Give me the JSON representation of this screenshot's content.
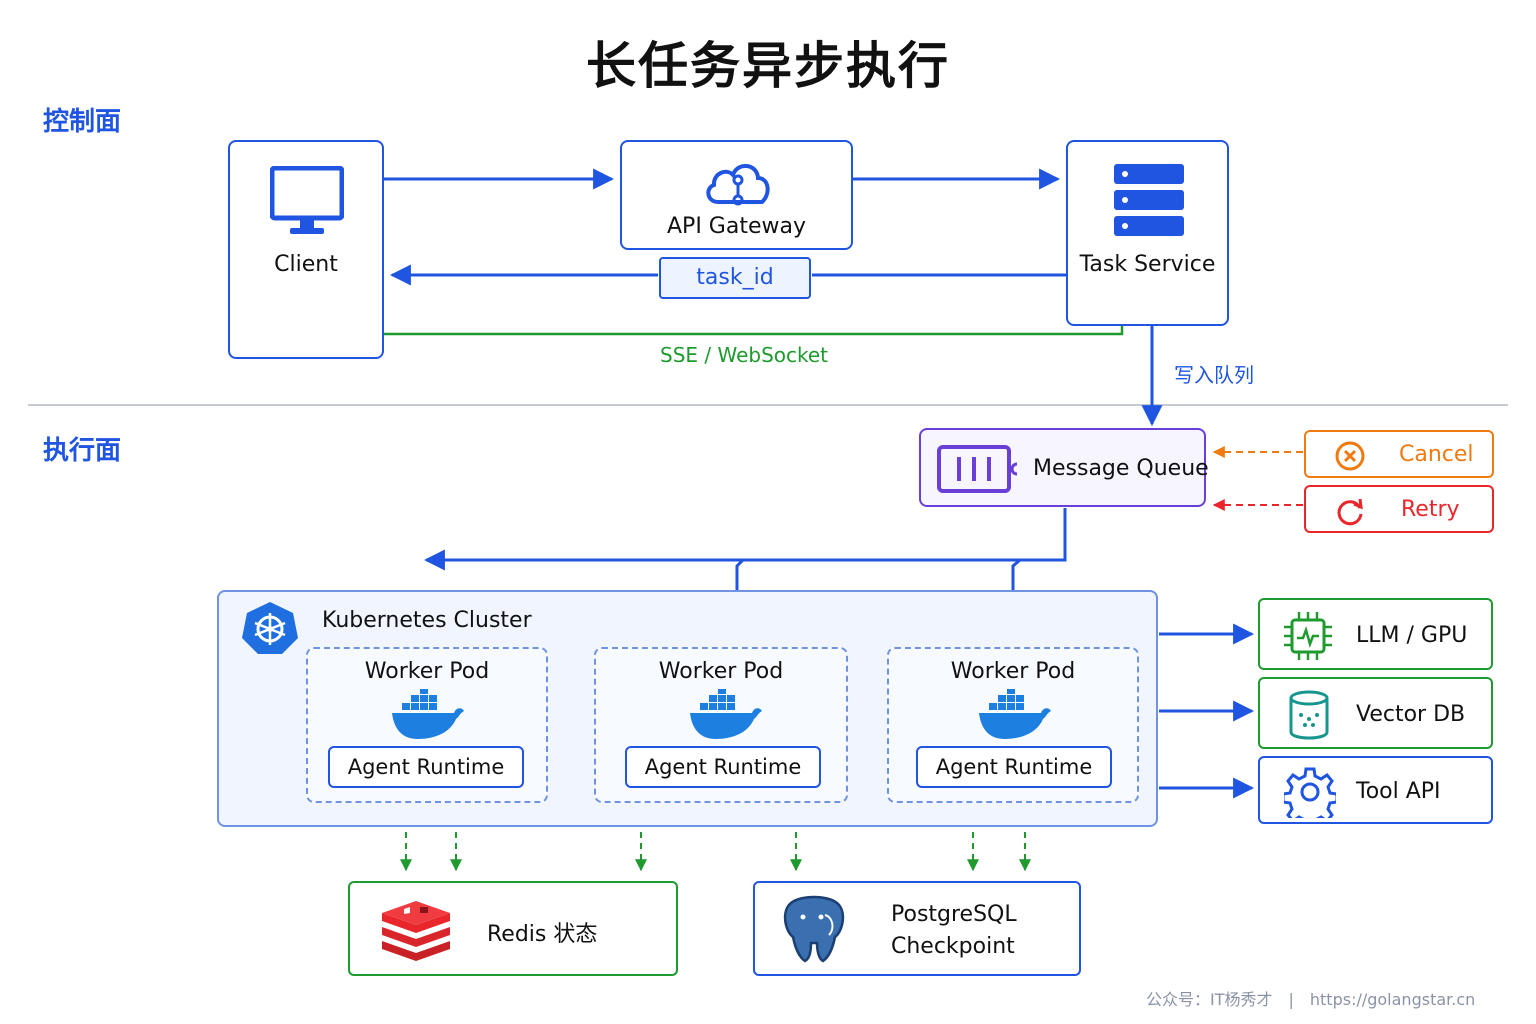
{
  "title": "长任务异步执行",
  "sections": {
    "control_plane": "控制面",
    "execution_plane": "执行面"
  },
  "control": {
    "client": "Client",
    "gateway": "API Gateway",
    "task_service": "Task Service",
    "task_id": "task_id",
    "sse_label": "SSE / WebSocket",
    "enqueue_label": "写入队列"
  },
  "queue": {
    "label": "Message Queue",
    "cancel": "Cancel",
    "retry": "Retry"
  },
  "cluster": {
    "title": "Kubernetes Cluster",
    "pods": [
      {
        "title": "Worker Pod",
        "runtime": "Agent Runtime"
      },
      {
        "title": "Worker Pod",
        "runtime": "Agent Runtime"
      },
      {
        "title": "Worker Pod",
        "runtime": "Agent Runtime"
      }
    ]
  },
  "resources": [
    {
      "label": "LLM / GPU",
      "icon": "chip-icon"
    },
    {
      "label": "Vector DB",
      "icon": "database-icon"
    },
    {
      "label": "Tool API",
      "icon": "gear-icon"
    }
  ],
  "stores": {
    "redis": "Redis 状态",
    "postgres_line1": "PostgreSQL",
    "postgres_line2": "Checkpoint"
  },
  "footer": "公众号：IT杨秀才　|　https://golangstar.cn",
  "colors": {
    "primary": "#1f55e0",
    "green": "#1e9a2e",
    "orange": "#f07a12",
    "red": "#e8262b",
    "purple": "#6a3fd8",
    "docker": "#1d7fe0"
  }
}
